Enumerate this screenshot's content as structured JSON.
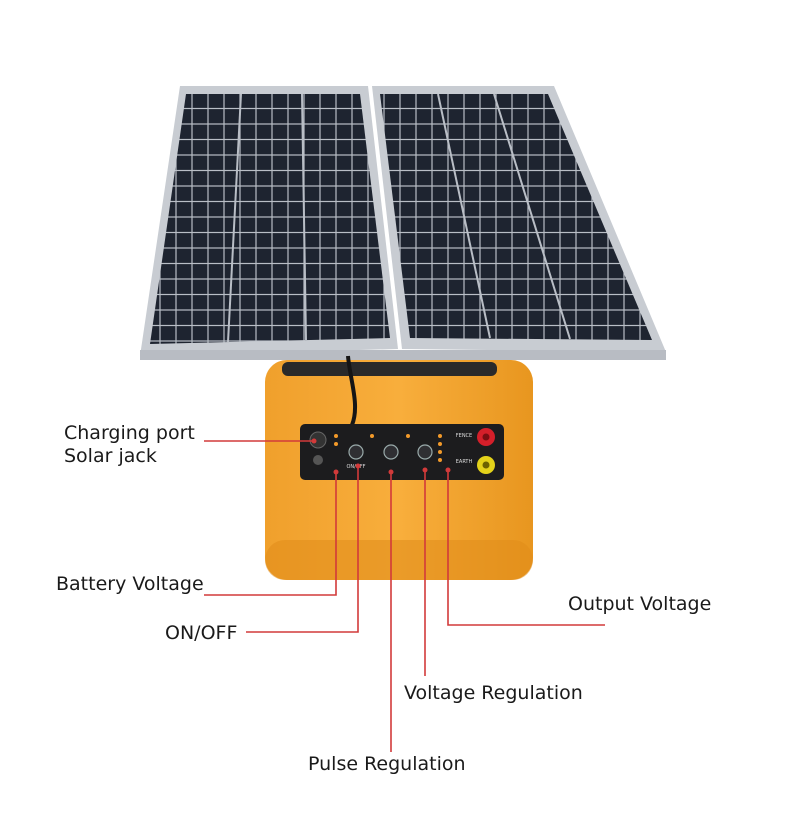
{
  "callouts": {
    "charging_port": "Charging port",
    "solar_jack": "Solar jack",
    "battery_voltage": "Battery Voltage",
    "on_off": "ON/OFF",
    "output_voltage": "Output Voltage",
    "voltage_regulation": "Voltage Regulation",
    "pulse_regulation": "Pulse Regulation"
  },
  "panel_text": {
    "on_off_button": "ON/OFF",
    "fence": "FENCE",
    "earth": "EARTH"
  },
  "colors": {
    "housing": "#f5a531",
    "housing_shadow": "#e08d19",
    "control_panel": "#1c1c1e",
    "solar_cell": "#1e2430",
    "solar_frame": "#c8ccd2",
    "leader_line": "#d23a3a",
    "fence_terminal": "#d41f2a",
    "earth_terminal": "#e3d21a"
  }
}
